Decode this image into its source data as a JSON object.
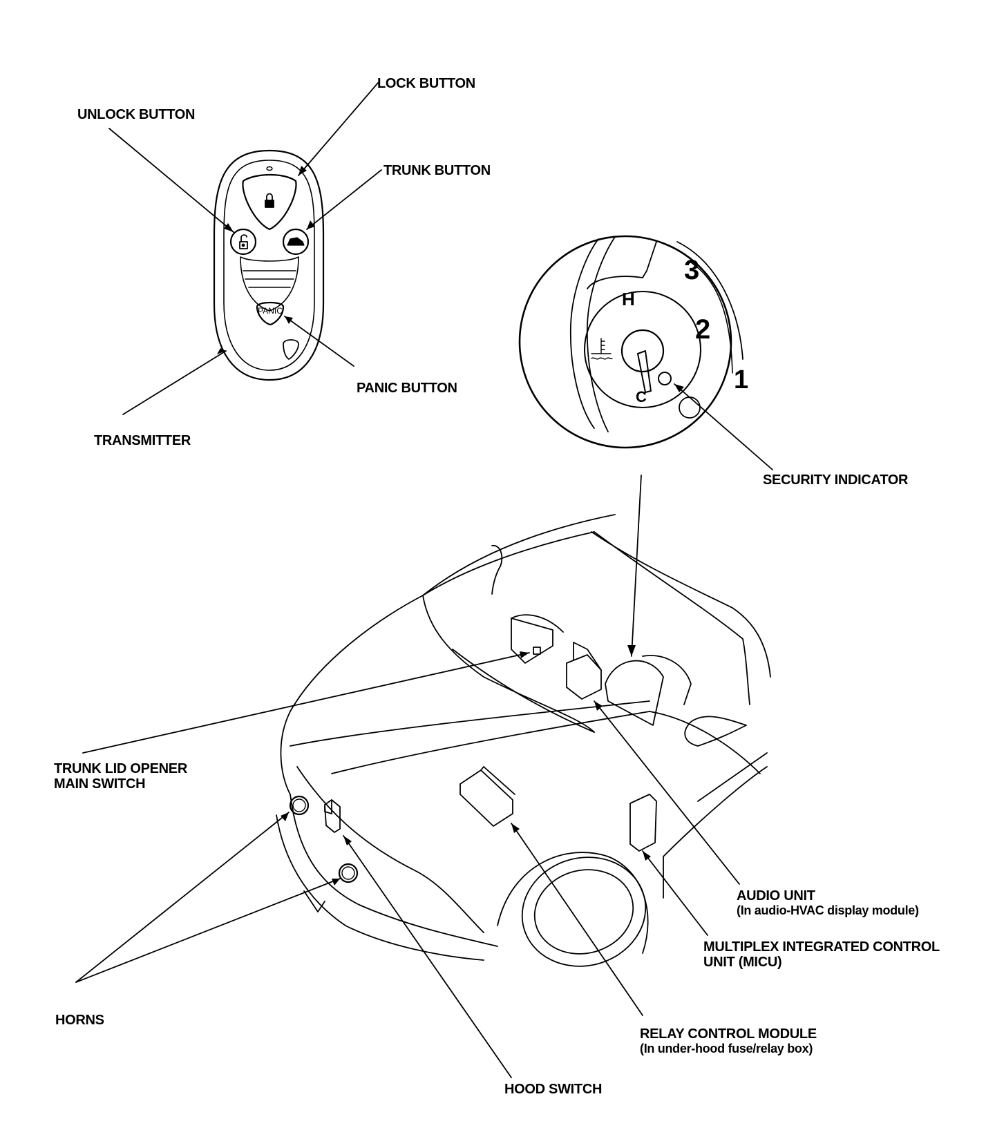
{
  "labels": {
    "lock_button": "LOCK BUTTON",
    "unlock_button": "UNLOCK BUTTON",
    "trunk_button": "TRUNK BUTTON",
    "panic_button": "PANIC BUTTON",
    "transmitter": "TRANSMITTER",
    "security_indicator": "SECURITY INDICATOR",
    "trunk_lid_opener_1": "TRUNK LID OPENER",
    "trunk_lid_opener_2": "MAIN SWITCH",
    "audio_unit": "AUDIO UNIT",
    "audio_unit_sub": "(In audio-HVAC display module)",
    "micu_1": "MULTIPLEX INTEGRATED CONTROL",
    "micu_2": "UNIT (MICU)",
    "horns": "HORNS",
    "relay_control_module": "RELAY CONTROL MODULE",
    "relay_control_module_sub": "(In under-hood fuse/relay box)",
    "hood_switch": "HOOD SWITCH"
  },
  "transmitter": {
    "panic_text": "PANIC"
  },
  "gauge": {
    "hot_mark": "H",
    "cold_mark": "C",
    "numbers": [
      "3",
      "2",
      "1"
    ]
  }
}
